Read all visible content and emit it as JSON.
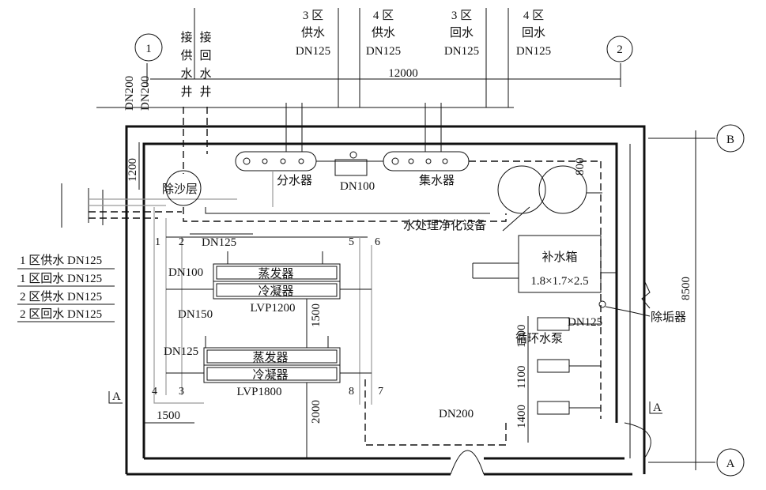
{
  "zone_headers": [
    {
      "l1": "3 区",
      "l2": "供水",
      "l3": "DN125"
    },
    {
      "l1": "4 区",
      "l2": "供水",
      "l3": "DN125"
    },
    {
      "l1": "3 区",
      "l2": "回水",
      "l3": "DN125"
    },
    {
      "l1": "4 区",
      "l2": "回水",
      "l3": "DN125"
    }
  ],
  "well_labels": {
    "supply": [
      "接",
      "供",
      "水",
      "井"
    ],
    "return": [
      "接",
      "回",
      "水",
      "井"
    ]
  },
  "grid_markers": {
    "one": "1",
    "two": "2",
    "a": "A",
    "b": "B"
  },
  "section_marks": {
    "left": "A",
    "right": "A"
  },
  "dimensions": {
    "d12000": "12000",
    "d8500": "8500",
    "d1200": "1200",
    "d800": "800",
    "d1500_h": "1500",
    "d1500_v": "1500",
    "d2000": "2000",
    "d1100a": "1100",
    "d1100b": "1100",
    "d1400": "1400"
  },
  "pipe_sizes": {
    "dn200a": "DN200",
    "dn200b": "DN200",
    "dn100_mid": "DN100",
    "dn125_top": "DN125",
    "dn100_left": "DN100",
    "dn150": "DN150",
    "dn125_left": "DN125",
    "dn125_pump": "DN125",
    "dn200_bottom": "DN200"
  },
  "equipment": {
    "sand_remover": "除沙层",
    "distributor": "分水器",
    "collector": "集水器",
    "water_treatment": "水处理净化设备",
    "makeup_tank": "补水箱",
    "makeup_tank_size": "1.8×1.7×2.5",
    "descaler": "除垢器",
    "circ_pump": "循环水泵",
    "evaporator_1": "蒸发器",
    "condenser_1": "冷凝器",
    "unit_1": "LVP1200",
    "evaporator_2": "蒸发器",
    "condenser_2": "冷凝器",
    "unit_2": "LVP1800"
  },
  "zone_list": [
    "1 区供水 DN125",
    "1 区回水 DN125",
    "2 区供水 DN125",
    "2 区回水 DN125"
  ],
  "valve_numbers": [
    "1",
    "2",
    "3",
    "4",
    "5",
    "6",
    "7",
    "8"
  ]
}
